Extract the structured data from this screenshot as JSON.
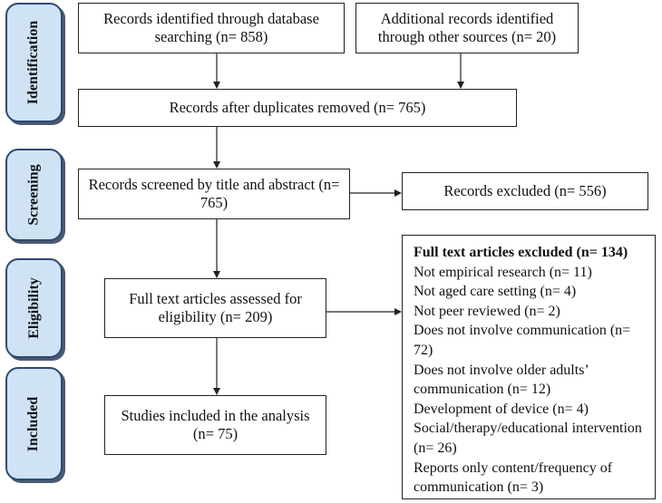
{
  "stages": {
    "identification": "Identification",
    "screening": "Screening",
    "eligibility": "Eligibility",
    "included": "Included"
  },
  "boxes": {
    "database_records": "Records identified through database searching (n= 858)",
    "other_records": "Additional records identified through other sources (n= 20)",
    "after_duplicates": "Records after duplicates removed (n= 765)",
    "screened": "Records screened by title and abstract (n= 765)",
    "excluded": "Records excluded (n= 556)",
    "full_text_assessed": "Full text articles assessed for eligibility (n= 209)",
    "included_studies": "Studies included in the analysis (n= 75)"
  },
  "full_text_excluded": {
    "title": "Full text articles excluded (n= 134)",
    "reasons": [
      "Not empirical research (n= 11)",
      "Not aged care setting (n= 4)",
      "Not peer reviewed (n= 2)",
      "Does not involve communication (n= 72)",
      "Does not involve older adults’ communication (n= 12)",
      "Development of device (n= 4)",
      "Social/therapy/educational intervention (n= 26)",
      "Reports only content/frequency of communication (n= 3)"
    ]
  },
  "colors": {
    "stage_fill": "#cfe3f5",
    "stage_border": "#2e4a72",
    "line": "#222222"
  }
}
